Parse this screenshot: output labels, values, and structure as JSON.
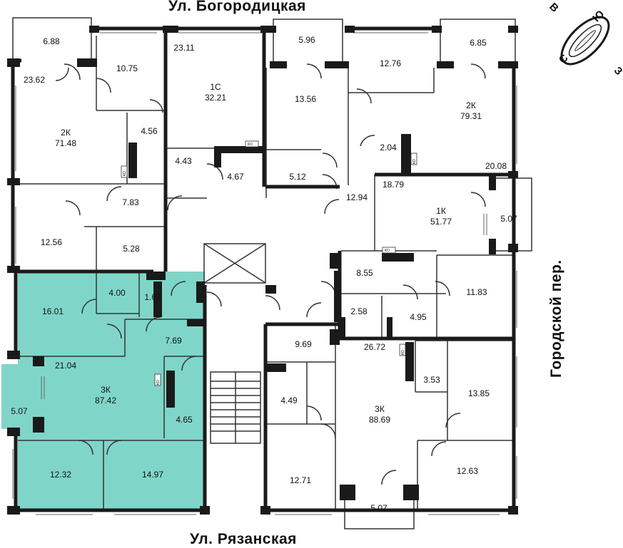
{
  "streets": {
    "top": "Ул. Богородицкая",
    "bottom": "Ул. Рязанская",
    "right": "Городской пер."
  },
  "compass": {
    "north": "С",
    "south": "Ю",
    "east": "В",
    "west": "З"
  },
  "colors": {
    "highlight": "#7fd6c8",
    "wall": "#1a1a1a",
    "line": "#333333"
  },
  "apartments": [
    {
      "type": "2К",
      "total": "71.48"
    },
    {
      "type": "1С",
      "total": "32.21"
    },
    {
      "type": "2К",
      "total": "79.31"
    },
    {
      "type": "1К",
      "total": "51.77"
    },
    {
      "type": "3К",
      "total": "87.42"
    },
    {
      "type": "3К",
      "total": "88.69"
    }
  ],
  "rooms": [
    "6.88",
    "23.62",
    "10.75",
    "4.56",
    "12.56",
    "7.83",
    "5.28",
    "23.11",
    "4.43",
    "4.67",
    "5.96",
    "13.56",
    "5.12",
    "12.94",
    "12.76",
    "2.04",
    "6.85",
    "20.08",
    "18.79",
    "5.07",
    "8.55",
    "11.83",
    "2.58",
    "4.95",
    "16.01",
    "4.00",
    "1.67",
    "7.69",
    "21.04",
    "5.07",
    "4.65",
    "12.32",
    "14.97",
    "9.69",
    "26.72",
    "4.49",
    "3.53",
    "13.85",
    "12.71",
    "12.63",
    "5.07"
  ],
  "ko_label": "КО"
}
